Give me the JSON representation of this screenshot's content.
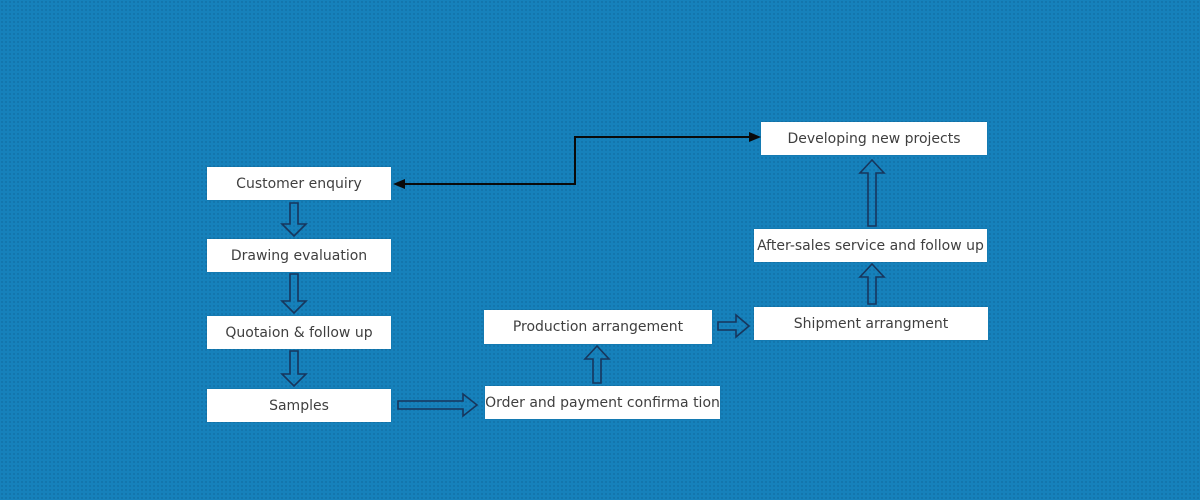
{
  "diagram": {
    "type": "flowchart",
    "boxes": [
      {
        "id": "customer-enquiry",
        "label": "Customer enquiry"
      },
      {
        "id": "drawing-evaluation",
        "label": "Drawing evaluation"
      },
      {
        "id": "quotation-follow-up",
        "label": "Quotaion & follow up"
      },
      {
        "id": "samples",
        "label": "Samples"
      },
      {
        "id": "order-payment-confirmation",
        "label": "Order and payment confirma tion"
      },
      {
        "id": "production-arrangement",
        "label": "Production arrangement"
      },
      {
        "id": "shipment-arrangement",
        "label": "Shipment arrangment"
      },
      {
        "id": "after-sales-service",
        "label": "After-sales service and follow up"
      },
      {
        "id": "developing-new-projects",
        "label": "Developing new projects"
      }
    ],
    "connections": [
      {
        "from": "customer-enquiry",
        "to": "drawing-evaluation",
        "style": "hollow-down"
      },
      {
        "from": "drawing-evaluation",
        "to": "quotation-follow-up",
        "style": "hollow-down"
      },
      {
        "from": "quotation-follow-up",
        "to": "samples",
        "style": "hollow-down"
      },
      {
        "from": "samples",
        "to": "order-payment-confirmation",
        "style": "hollow-right"
      },
      {
        "from": "order-payment-confirmation",
        "to": "production-arrangement",
        "style": "hollow-up"
      },
      {
        "from": "production-arrangement",
        "to": "shipment-arrangement",
        "style": "hollow-right"
      },
      {
        "from": "shipment-arrangement",
        "to": "after-sales-service",
        "style": "hollow-up"
      },
      {
        "from": "after-sales-service",
        "to": "developing-new-projects",
        "style": "hollow-up"
      },
      {
        "from": "developing-new-projects",
        "to": "customer-enquiry",
        "style": "black-elbow-double-arrow"
      }
    ]
  },
  "colors": {
    "background": "#1681bb",
    "box_fill": "#ffffff",
    "box_text": "#3f3f3f",
    "arrow_outline": "#17365d",
    "connector": "#0a0a0a"
  }
}
